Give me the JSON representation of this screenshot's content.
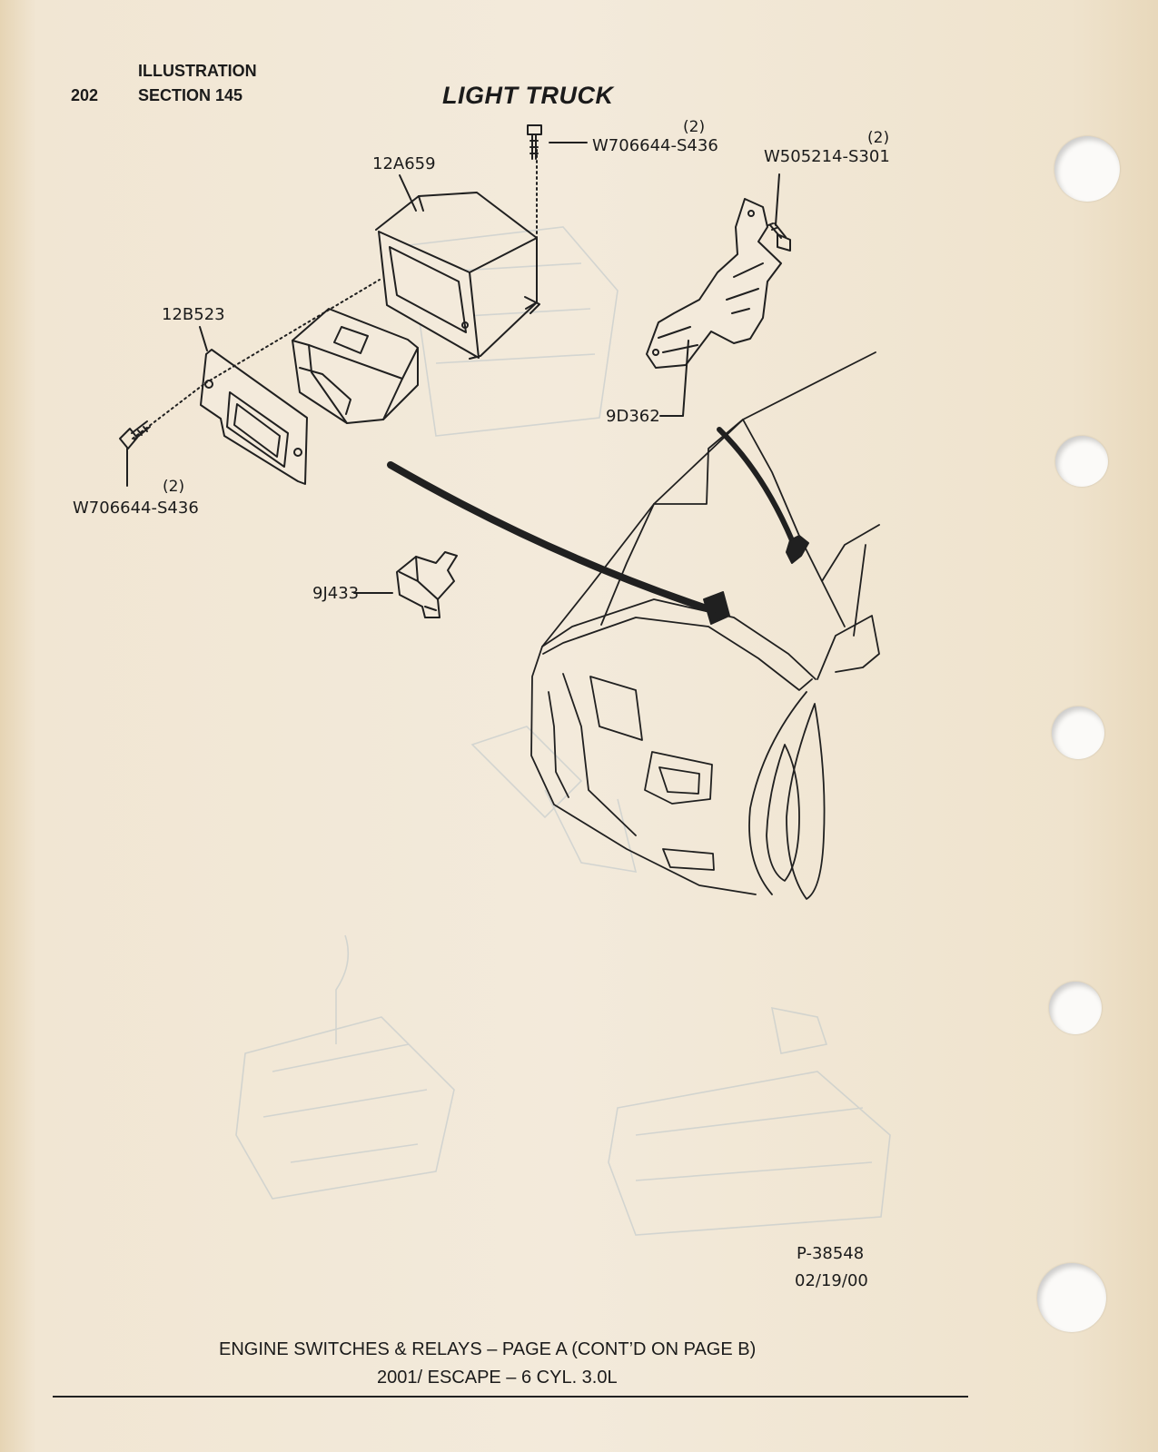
{
  "header": {
    "page_number": "202",
    "illustration": "ILLUSTRATION",
    "section": "SECTION 145",
    "title": "LIGHT TRUCK"
  },
  "callouts": {
    "module_housing": "12A659",
    "bracket": "12B523",
    "screw_top": "W706644-S436",
    "screw_top_qty": "(2)",
    "screw_right": "W505214-S301",
    "screw_right_qty": "(2)",
    "screw_left": "W706644-S436",
    "screw_left_qty": "(2)",
    "sensor_bracket": "9D362",
    "sensor": "9J433"
  },
  "figure_ref": {
    "number": "P-38548",
    "date": "02/19/00"
  },
  "footer": {
    "line1": "ENGINE SWITCHES & RELAYS – PAGE A (CONT’D ON PAGE B)",
    "line2": "2001/ ESCAPE – 6 CYL. 3.0L"
  }
}
